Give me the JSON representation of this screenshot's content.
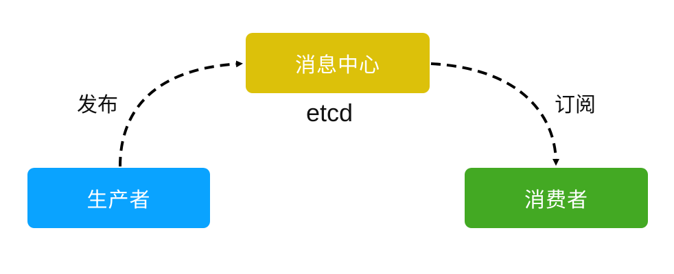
{
  "nodes": {
    "producer": {
      "label": "生产者",
      "color": "#0aa3ff"
    },
    "hub": {
      "label": "消息中心",
      "sublabel": "etcd",
      "color": "#dcc10a"
    },
    "consumer": {
      "label": "消费者",
      "color": "#43a923"
    }
  },
  "edges": {
    "publish": {
      "from": "producer",
      "to": "hub",
      "label": "发布",
      "style": "dashed"
    },
    "subscribe": {
      "from": "hub",
      "to": "consumer",
      "label": "订阅",
      "style": "dashed"
    }
  }
}
